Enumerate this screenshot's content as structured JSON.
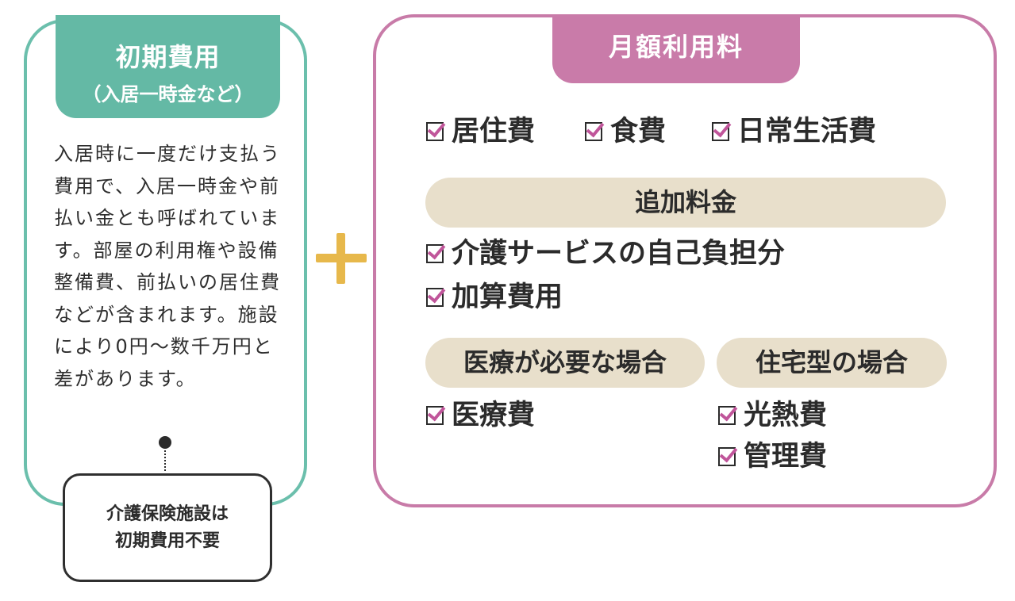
{
  "initial_cost": {
    "title": "初期費用",
    "subtitle": "（入居一時金など）",
    "description": "入居時に一度だけ支払う費用で、入居一時金や前払い金とも呼ばれています。部屋の利用権や設備整備費、前払いの居住費などが含まれます。施設により0円～数千万円と差があります。",
    "note_line1": "介護保険施設は",
    "note_line2": "初期費用不要"
  },
  "monthly_fee": {
    "title": "月額利用料",
    "basic_items": [
      "居住費",
      "食費",
      "日常生活費"
    ],
    "extra_title": "追加料金",
    "extra_items": [
      "介護サービスの自己負担分",
      "加算費用"
    ],
    "medical_title": "医療が必要な場合",
    "medical_items": [
      "医療費"
    ],
    "housing_title": "住宅型の場合",
    "housing_items": [
      "光熱費",
      "管理費"
    ]
  },
  "colors": {
    "initial_accent": "#64b9a5",
    "monthly_accent": "#c97ba9",
    "plus": "#e7b84b",
    "pill": "#e8dfcb",
    "check_mark": "#c0559a"
  }
}
